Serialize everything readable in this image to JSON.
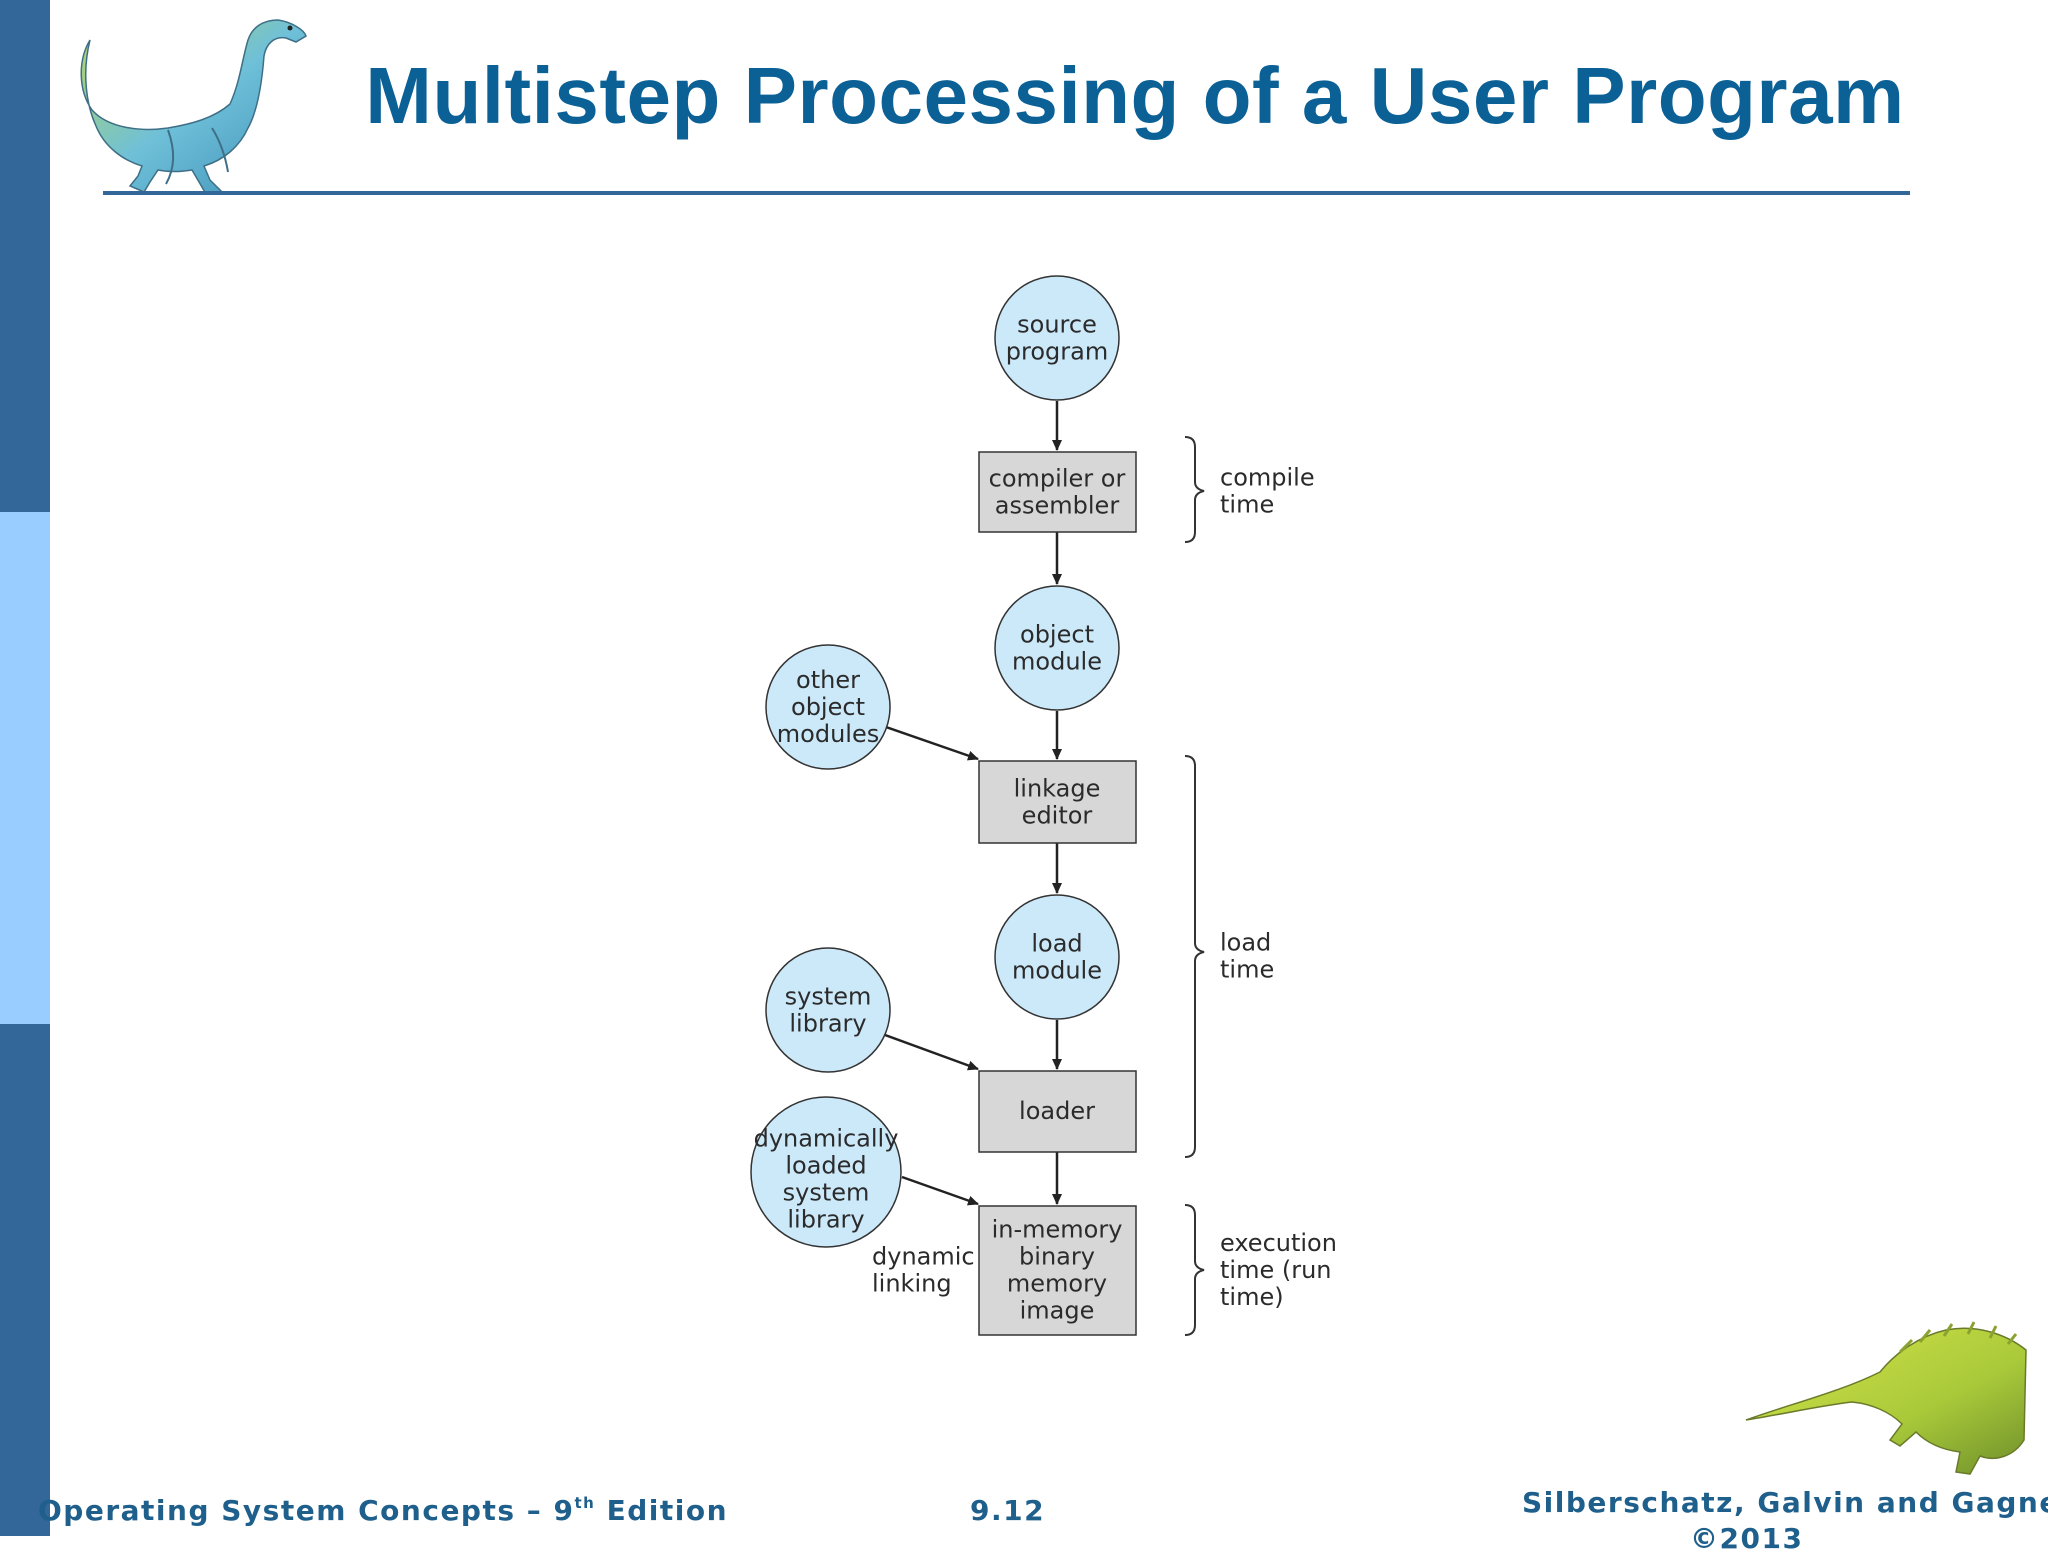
{
  "slide": {
    "title": "Multistep Processing of a User Program"
  },
  "diagram": {
    "nodes": {
      "source_program": [
        "source",
        "program"
      ],
      "compiler": [
        "compiler or",
        "assembler"
      ],
      "object_module": [
        "object",
        "module"
      ],
      "other_object_modules": [
        "other",
        "object",
        "modules"
      ],
      "linkage_editor": [
        "linkage",
        "editor"
      ],
      "load_module": [
        "load",
        "module"
      ],
      "system_library": [
        "system",
        "library"
      ],
      "loader": [
        "loader"
      ],
      "dynamic_library": [
        "dynamically",
        "loaded",
        "system",
        "library"
      ],
      "memory_image": [
        "in-memory",
        "binary",
        "memory",
        "image"
      ]
    },
    "dynamic_linking_label": [
      "dynamic",
      "linking"
    ],
    "phases": {
      "compile_time": [
        "compile",
        "time"
      ],
      "load_time": [
        "load",
        "time"
      ],
      "execution_time": [
        "execution",
        "time (run",
        "time)"
      ]
    },
    "colors": {
      "circle_fill": "#cce9fa",
      "box_fill": "#d7d7d7",
      "stroke": "#333333"
    }
  },
  "footer": {
    "left_prefix": "Operating System Concepts – 9",
    "left_sup": "th",
    "left_suffix": " Edition",
    "center": "9.12",
    "right_line1": "Silberschatz, Galvin and Gagne",
    "right_line2": "©2013"
  }
}
